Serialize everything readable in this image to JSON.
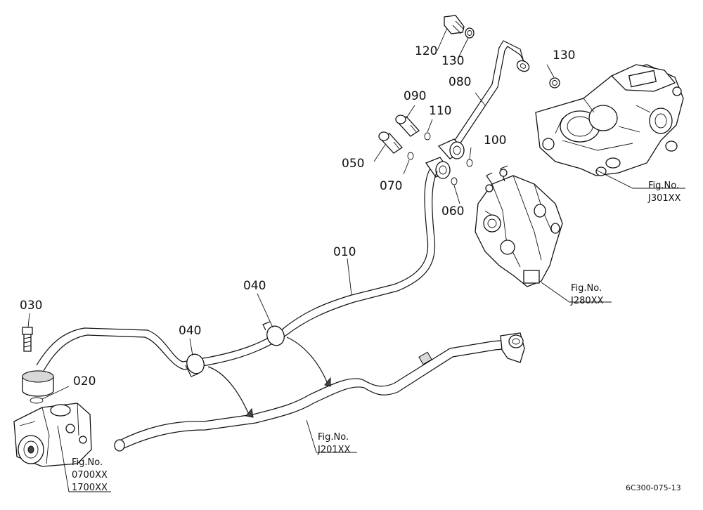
{
  "callouts": {
    "c010": "010",
    "c020": "020",
    "c030": "030",
    "c040a": "040",
    "c040b": "040",
    "c050": "050",
    "c060": "060",
    "c070": "070",
    "c080": "080",
    "c090": "090",
    "c100": "100",
    "c110": "110",
    "c120": "120",
    "c130a": "130",
    "c130b": "130"
  },
  "figure_refs": {
    "j301": {
      "line1": "Fig.No.",
      "line2": "J301XX"
    },
    "j280": {
      "line1": "Fig.No.",
      "line2": "J280XX"
    },
    "j201": {
      "line1": "Fig.No.",
      "line2": "J201XX"
    },
    "pump": {
      "line1": "Fig.No.",
      "line2": "0700XX",
      "line3": "1700XX"
    }
  },
  "document_id": "6C300-075-13"
}
